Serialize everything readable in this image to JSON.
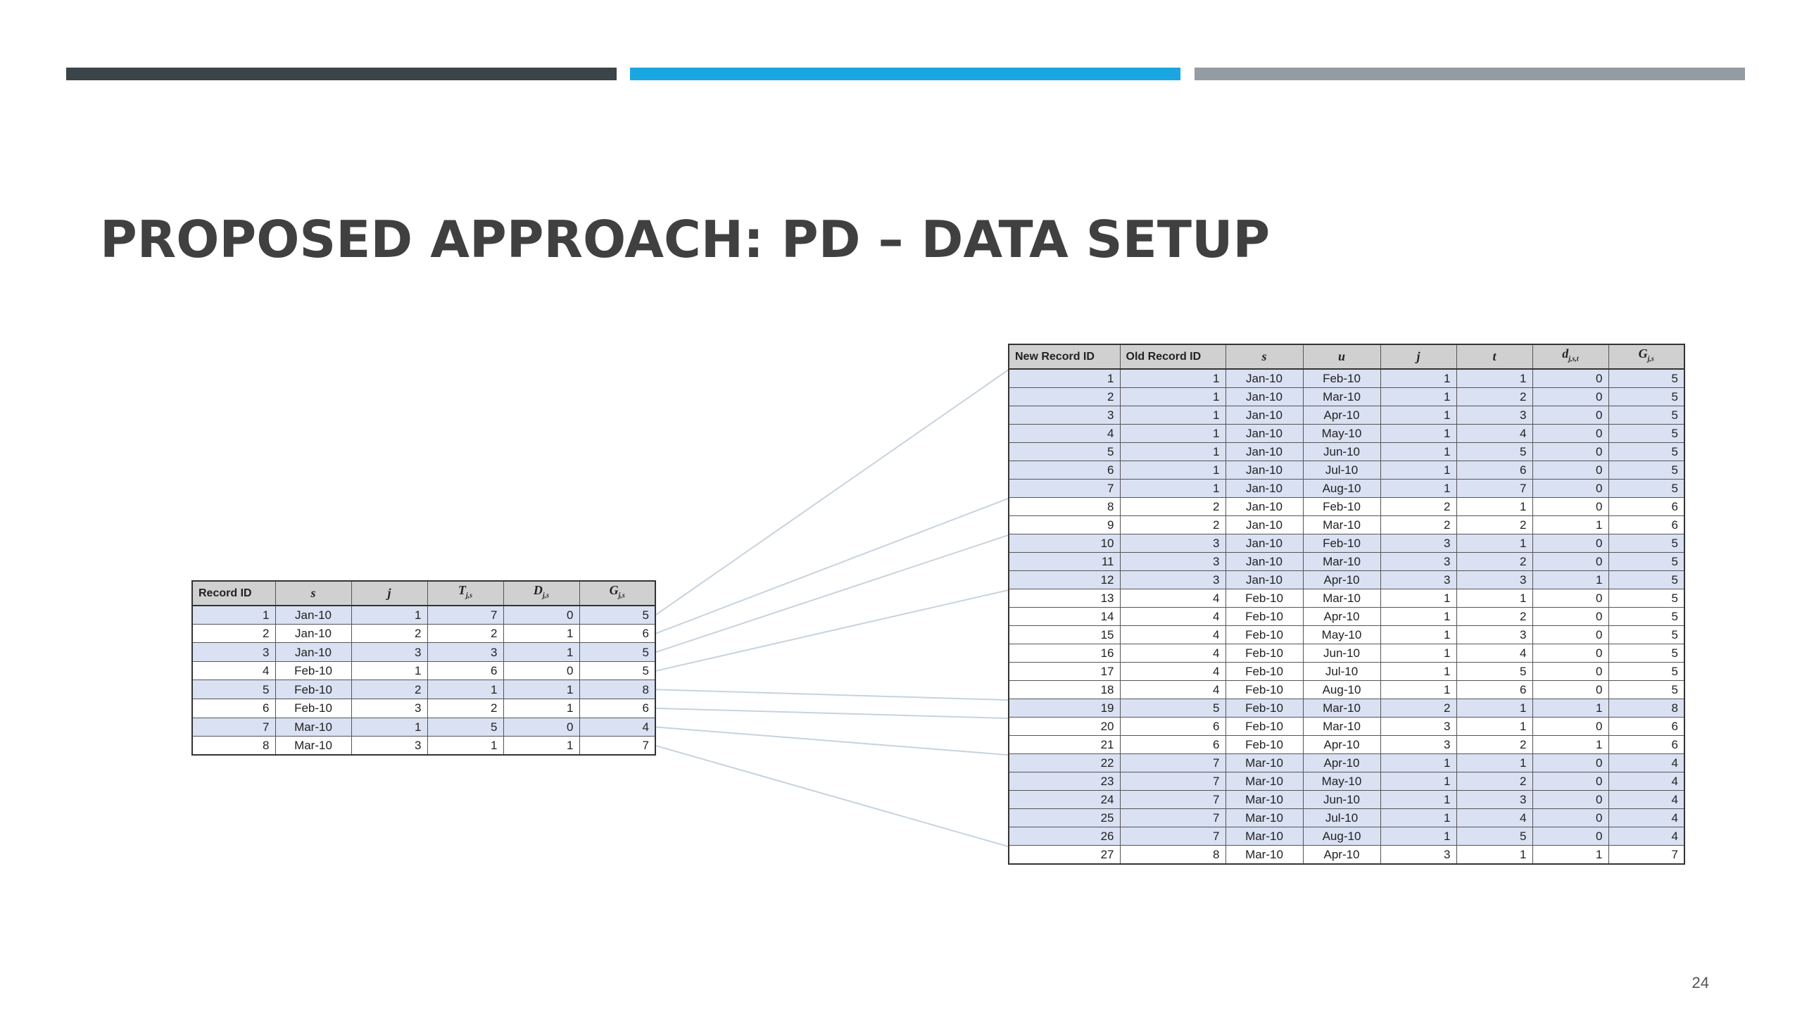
{
  "slide": {
    "title": "PROPOSED APPROACH: PD – DATA SETUP",
    "page_number": "24"
  },
  "colors": {
    "bar_dark": "#3b4449",
    "bar_blue": "#1aa7e1",
    "bar_gray": "#939ba3",
    "row_highlight": "#d9e1f2",
    "header_bg": "#d0d0d0",
    "connector_line": "#c7d3dd"
  },
  "old_table": {
    "headers": [
      "Record ID",
      "s",
      "j",
      "T",
      "D",
      "G"
    ],
    "header_subs": [
      "",
      "",
      "",
      "j,s",
      "j,s",
      "j,s"
    ],
    "rows": [
      {
        "id": "1",
        "s": "Jan-10",
        "j": "1",
        "T": "7",
        "D": "0",
        "G": "5",
        "hl": true
      },
      {
        "id": "2",
        "s": "Jan-10",
        "j": "2",
        "T": "2",
        "D": "1",
        "G": "6",
        "hl": false
      },
      {
        "id": "3",
        "s": "Jan-10",
        "j": "3",
        "T": "3",
        "D": "1",
        "G": "5",
        "hl": true
      },
      {
        "id": "4",
        "s": "Feb-10",
        "j": "1",
        "T": "6",
        "D": "0",
        "G": "5",
        "hl": false
      },
      {
        "id": "5",
        "s": "Feb-10",
        "j": "2",
        "T": "1",
        "D": "1",
        "G": "8",
        "hl": true
      },
      {
        "id": "6",
        "s": "Feb-10",
        "j": "3",
        "T": "2",
        "D": "1",
        "G": "6",
        "hl": false
      },
      {
        "id": "7",
        "s": "Mar-10",
        "j": "1",
        "T": "5",
        "D": "0",
        "G": "4",
        "hl": true
      },
      {
        "id": "8",
        "s": "Mar-10",
        "j": "3",
        "T": "1",
        "D": "1",
        "G": "7",
        "hl": false
      }
    ]
  },
  "new_table": {
    "headers": [
      "New Record ID",
      "Old Record ID",
      "s",
      "u",
      "j",
      "t",
      "d",
      "G"
    ],
    "header_subs": [
      "",
      "",
      "",
      "",
      "",
      "",
      "j,s,t",
      "j,s"
    ],
    "rows": [
      {
        "nid": "1",
        "oid": "1",
        "s": "Jan-10",
        "u": "Feb-10",
        "j": "1",
        "t": "1",
        "d": "0",
        "G": "5",
        "hl": true
      },
      {
        "nid": "2",
        "oid": "1",
        "s": "Jan-10",
        "u": "Mar-10",
        "j": "1",
        "t": "2",
        "d": "0",
        "G": "5",
        "hl": true
      },
      {
        "nid": "3",
        "oid": "1",
        "s": "Jan-10",
        "u": "Apr-10",
        "j": "1",
        "t": "3",
        "d": "0",
        "G": "5",
        "hl": true
      },
      {
        "nid": "4",
        "oid": "1",
        "s": "Jan-10",
        "u": "May-10",
        "j": "1",
        "t": "4",
        "d": "0",
        "G": "5",
        "hl": true
      },
      {
        "nid": "5",
        "oid": "1",
        "s": "Jan-10",
        "u": "Jun-10",
        "j": "1",
        "t": "5",
        "d": "0",
        "G": "5",
        "hl": true
      },
      {
        "nid": "6",
        "oid": "1",
        "s": "Jan-10",
        "u": "Jul-10",
        "j": "1",
        "t": "6",
        "d": "0",
        "G": "5",
        "hl": true
      },
      {
        "nid": "7",
        "oid": "1",
        "s": "Jan-10",
        "u": "Aug-10",
        "j": "1",
        "t": "7",
        "d": "0",
        "G": "5",
        "hl": true
      },
      {
        "nid": "8",
        "oid": "2",
        "s": "Jan-10",
        "u": "Feb-10",
        "j": "2",
        "t": "1",
        "d": "0",
        "G": "6",
        "hl": false
      },
      {
        "nid": "9",
        "oid": "2",
        "s": "Jan-10",
        "u": "Mar-10",
        "j": "2",
        "t": "2",
        "d": "1",
        "G": "6",
        "hl": false
      },
      {
        "nid": "10",
        "oid": "3",
        "s": "Jan-10",
        "u": "Feb-10",
        "j": "3",
        "t": "1",
        "d": "0",
        "G": "5",
        "hl": true
      },
      {
        "nid": "11",
        "oid": "3",
        "s": "Jan-10",
        "u": "Mar-10",
        "j": "3",
        "t": "2",
        "d": "0",
        "G": "5",
        "hl": true
      },
      {
        "nid": "12",
        "oid": "3",
        "s": "Jan-10",
        "u": "Apr-10",
        "j": "3",
        "t": "3",
        "d": "1",
        "G": "5",
        "hl": true
      },
      {
        "nid": "13",
        "oid": "4",
        "s": "Feb-10",
        "u": "Mar-10",
        "j": "1",
        "t": "1",
        "d": "0",
        "G": "5",
        "hl": false
      },
      {
        "nid": "14",
        "oid": "4",
        "s": "Feb-10",
        "u": "Apr-10",
        "j": "1",
        "t": "2",
        "d": "0",
        "G": "5",
        "hl": false
      },
      {
        "nid": "15",
        "oid": "4",
        "s": "Feb-10",
        "u": "May-10",
        "j": "1",
        "t": "3",
        "d": "0",
        "G": "5",
        "hl": false
      },
      {
        "nid": "16",
        "oid": "4",
        "s": "Feb-10",
        "u": "Jun-10",
        "j": "1",
        "t": "4",
        "d": "0",
        "G": "5",
        "hl": false
      },
      {
        "nid": "17",
        "oid": "4",
        "s": "Feb-10",
        "u": "Jul-10",
        "j": "1",
        "t": "5",
        "d": "0",
        "G": "5",
        "hl": false
      },
      {
        "nid": "18",
        "oid": "4",
        "s": "Feb-10",
        "u": "Aug-10",
        "j": "1",
        "t": "6",
        "d": "0",
        "G": "5",
        "hl": false
      },
      {
        "nid": "19",
        "oid": "5",
        "s": "Feb-10",
        "u": "Mar-10",
        "j": "2",
        "t": "1",
        "d": "1",
        "G": "8",
        "hl": true
      },
      {
        "nid": "20",
        "oid": "6",
        "s": "Feb-10",
        "u": "Mar-10",
        "j": "3",
        "t": "1",
        "d": "0",
        "G": "6",
        "hl": false
      },
      {
        "nid": "21",
        "oid": "6",
        "s": "Feb-10",
        "u": "Apr-10",
        "j": "3",
        "t": "2",
        "d": "1",
        "G": "6",
        "hl": false
      },
      {
        "nid": "22",
        "oid": "7",
        "s": "Mar-10",
        "u": "Apr-10",
        "j": "1",
        "t": "1",
        "d": "0",
        "G": "4",
        "hl": true
      },
      {
        "nid": "23",
        "oid": "7",
        "s": "Mar-10",
        "u": "May-10",
        "j": "1",
        "t": "2",
        "d": "0",
        "G": "4",
        "hl": true
      },
      {
        "nid": "24",
        "oid": "7",
        "s": "Mar-10",
        "u": "Jun-10",
        "j": "1",
        "t": "3",
        "d": "0",
        "G": "4",
        "hl": true
      },
      {
        "nid": "25",
        "oid": "7",
        "s": "Mar-10",
        "u": "Jul-10",
        "j": "1",
        "t": "4",
        "d": "0",
        "G": "4",
        "hl": true
      },
      {
        "nid": "26",
        "oid": "7",
        "s": "Mar-10",
        "u": "Aug-10",
        "j": "1",
        "t": "5",
        "d": "0",
        "G": "4",
        "hl": true
      },
      {
        "nid": "27",
        "oid": "8",
        "s": "Mar-10",
        "u": "Apr-10",
        "j": "3",
        "t": "1",
        "d": "1",
        "G": "7",
        "hl": false
      }
    ]
  }
}
